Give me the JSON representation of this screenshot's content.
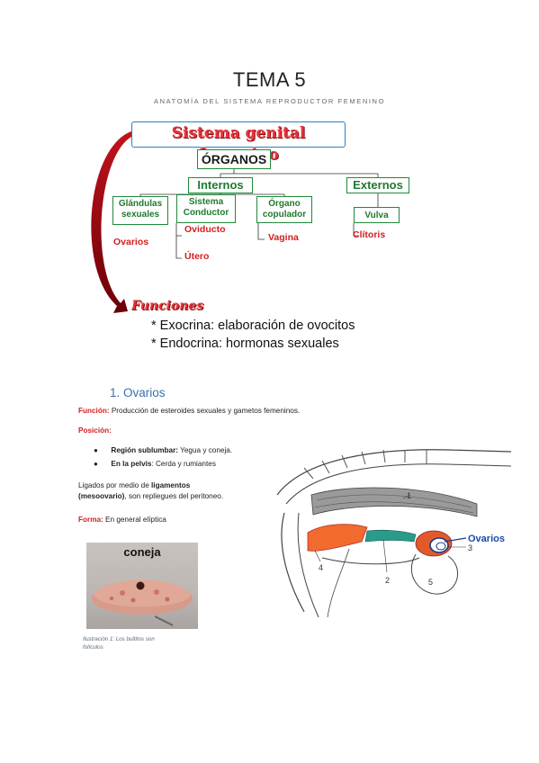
{
  "header": {
    "title": "TEMA 5",
    "subtitle": "ANATOMÍA DEL SISTEMA REPRODUCTOR FEMENINO"
  },
  "diagram": {
    "main_title": "Sistema genital femenino",
    "organos": "ÓRGANOS",
    "internos": "Internos",
    "externos": "Externos",
    "glandulas_line1": "Glándulas",
    "glandulas_line2": "sexuales",
    "sistema_line1": "Sistema",
    "sistema_line2": "Conductor",
    "organo_line1": "Órgano",
    "organo_line2": "copulador",
    "vulva": "Vulva",
    "ovarios": "Ovarios",
    "oviducto": "Oviducto",
    "utero": "Útero",
    "vagina": "Vagina",
    "clitoris": "Clítoris",
    "funciones": "Funciones",
    "funcion_1": "* Exocrina: elaboración de ovocitos",
    "funcion_2": "* Endocrina: hormonas sexuales"
  },
  "section": {
    "heading": "1.  Ovarios",
    "funcion_label": "Función:",
    "funcion_text": " Producción de esteroides sexuales y gametos femeninos.",
    "posicion_label": "Posición:",
    "bullet_1_bold": "Región sublumbar:",
    "bullet_1_text": " Yegua y coneja.",
    "bullet_2_bold": "En la pelvis",
    "bullet_2_text": ": Cerda y rumiantes",
    "ligados_1": "Ligados por medio de ",
    "ligados_1_bold": "ligamentos",
    "ligados_2_bold": "(mesoovario)",
    "ligados_2": ", son repliegues del peritoneo.",
    "forma_label": "Forma:",
    "forma_text": " En general elíptica"
  },
  "figures": {
    "photo_label": "coneja",
    "caption_line1": "Ilustración 1: Los bultitos son",
    "caption_line2": "folículos",
    "anatomy_label": "Ovarios",
    "num_1": "1",
    "num_2": "2",
    "num_3": "3",
    "num_4": "4",
    "num_5": "5"
  },
  "colors": {
    "accent_red": "#d41e1e",
    "accent_green": "#1f7a2e",
    "heading_blue": "#3a6fb0",
    "ovary_orange": "#f26a2e",
    "oviduct_teal": "#2a9a8a"
  }
}
